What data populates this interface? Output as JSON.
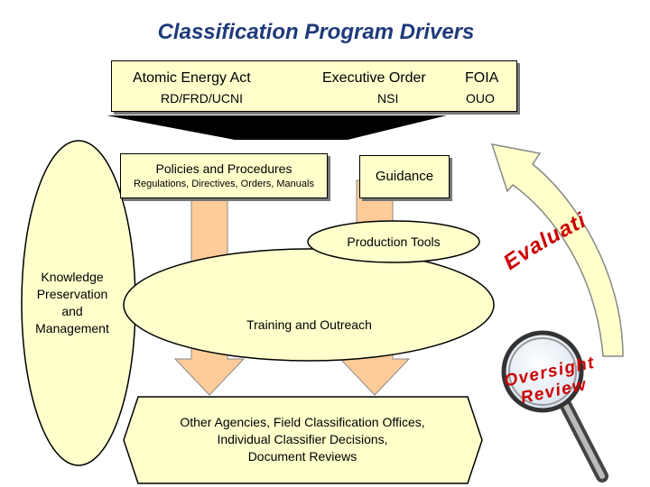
{
  "title": "Classification Program Drivers",
  "drivers": {
    "atomic_energy_act": "Atomic Energy Act",
    "rd_frd_ucni": "RD/FRD/UCNI",
    "executive_order": "Executive Order",
    "nsi": "NSI",
    "foia": "FOIA",
    "ouo": "OUO"
  },
  "policies": {
    "title": "Policies and Procedures",
    "subtitle": "Regulations, Directives, Orders, Manuals"
  },
  "guidance": "Guidance",
  "production_tools": "Production Tools",
  "training": "Training and Outreach",
  "knowledge": [
    "Knowledge",
    "Preservation",
    "and",
    "Management"
  ],
  "outputs": [
    "Other Agencies, Field Classification Offices,",
    "Individual Classifier Decisions,",
    "Document Reviews"
  ],
  "evaluation": "Evaluation",
  "oversight": "Oversight",
  "review": "Review",
  "colors": {
    "title": "#1f3a7a",
    "box_fill": "#ffffcc",
    "arrow_fill": "#ffcc99",
    "evaluation_arrow": "#ffffcc",
    "evaluation_text": "#cc0000",
    "oversight_text": "#cc0000"
  }
}
